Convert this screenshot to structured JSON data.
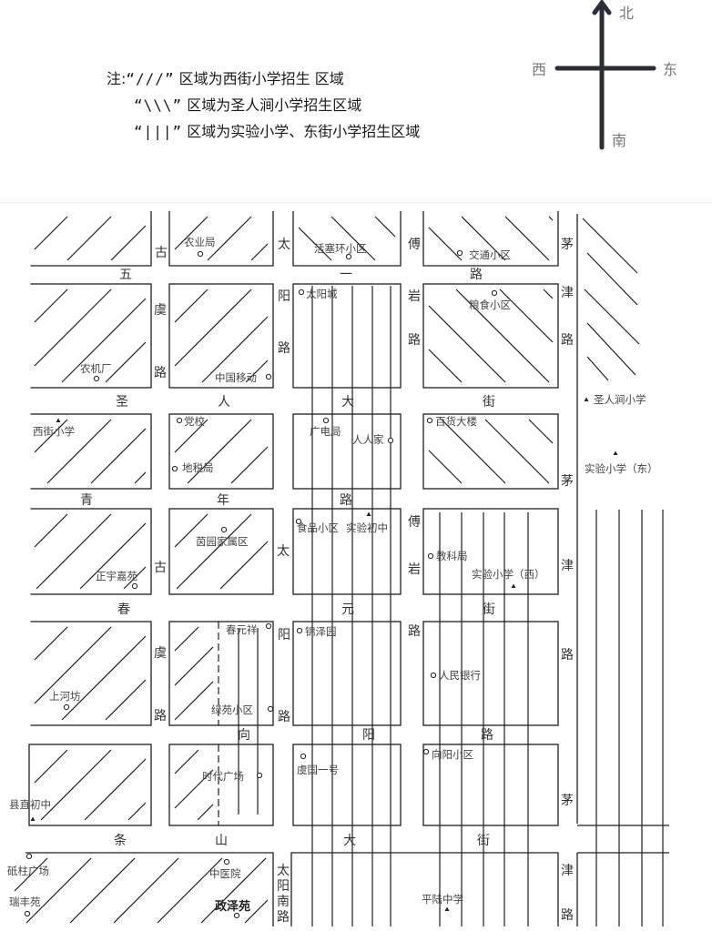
{
  "legend": {
    "prefix": "注:",
    "rows": [
      {
        "pattern": "“///”",
        "text": "区域为西街小学招生 区域"
      },
      {
        "pattern": "“\\\\\\”",
        "text": "区域为圣人涧小学招生区域"
      },
      {
        "pattern": "“|||”",
        "text": "区域为实验小学、东街小学招生区域"
      }
    ]
  },
  "compass": {
    "north": "北",
    "south": "南",
    "east": "东",
    "west": "西"
  },
  "roads": {
    "wuyi_lu": [
      "五",
      "一",
      "路"
    ],
    "shengren_dajie": [
      "圣",
      "人",
      "大",
      "街"
    ],
    "qingnian_lu": [
      "青",
      "年",
      "路"
    ],
    "chunyuan_jie": [
      "春",
      "元",
      "街"
    ],
    "xiangyang_lu": [
      "向",
      "阳",
      "路"
    ],
    "tiaoshan_dajie": [
      "条",
      "山",
      "大",
      "街"
    ],
    "guyu_lu_north": [
      "古",
      "虞",
      "路"
    ],
    "guyu_lu_south": [
      "古",
      "虞",
      "路"
    ],
    "taiyang_lu_north": [
      "太",
      "阳",
      "路"
    ],
    "taiyang_lu_south": [
      "太",
      "阳",
      "路"
    ],
    "taiyang_nan_lu": "太阳南路",
    "fuyan_lu_north": [
      "傅",
      "岩",
      "路"
    ],
    "fuyan_lu_south": [
      "傅",
      "岩",
      "路"
    ],
    "maojin_lu_1": [
      "茅",
      "津",
      "路"
    ],
    "maojin_lu_2": [
      "茅",
      "津",
      "路"
    ],
    "maojin_lu_3": [
      "茅",
      "津",
      "路"
    ]
  },
  "pois": [
    {
      "name": "农业局",
      "type": "circle"
    },
    {
      "name": "活塞环小区",
      "type": "circle"
    },
    {
      "name": "交通小区",
      "type": "circle"
    },
    {
      "name": "太阳城",
      "type": "circle"
    },
    {
      "name": "粮食小区",
      "type": "circle"
    },
    {
      "name": "农机厂",
      "type": "circle"
    },
    {
      "name": "中国移动",
      "type": "circle"
    },
    {
      "name": "西街小学",
      "type": "school"
    },
    {
      "name": "党校",
      "type": "circle"
    },
    {
      "name": "地税局",
      "type": "circle"
    },
    {
      "name": "广电局",
      "type": "circle"
    },
    {
      "name": "人人家",
      "type": "circle"
    },
    {
      "name": "百货大楼",
      "type": "circle"
    },
    {
      "name": "圣人涧小学",
      "type": "school"
    },
    {
      "name": "实验小学（东）",
      "type": "school"
    },
    {
      "name": "茵园家属区",
      "type": "circle"
    },
    {
      "name": "正宇嘉苑",
      "type": "circle"
    },
    {
      "name": "食品小区",
      "type": "circle"
    },
    {
      "name": "实验初中",
      "type": "school"
    },
    {
      "name": "教科局",
      "type": "circle"
    },
    {
      "name": "实验小学（西）",
      "type": "school"
    },
    {
      "name": "春元祥",
      "type": "circle"
    },
    {
      "name": "锦泽园",
      "type": "circle"
    },
    {
      "name": "上河坊",
      "type": "circle"
    },
    {
      "name": "绿苑小区",
      "type": "circle"
    },
    {
      "name": "人民银行",
      "type": "circle"
    },
    {
      "name": "时代广场",
      "type": "circle"
    },
    {
      "name": "虞国一号",
      "type": "circle"
    },
    {
      "name": "向阳小区",
      "type": "circle"
    },
    {
      "name": "县直初中",
      "type": "school"
    },
    {
      "name": "砥柱广场",
      "type": "circle"
    },
    {
      "name": "瑞丰苑",
      "type": "circle"
    },
    {
      "name": "中医院",
      "type": "circle"
    },
    {
      "name": "政泽苑",
      "type": "circle"
    },
    {
      "name": "平陆中学",
      "type": "school"
    }
  ],
  "zones": [
    {
      "id": "xijie",
      "school": "西街小学",
      "pattern": "///"
    },
    {
      "id": "shengrenjian",
      "school": "圣人涧小学",
      "pattern": "\\\\\\"
    },
    {
      "id": "shiyan-dongjie",
      "school": "实验小学、东街小学",
      "pattern": "|||"
    }
  ],
  "colors": {
    "ink": "#1e1e1e",
    "text": "#333333",
    "compass": "#2b2e3a"
  }
}
